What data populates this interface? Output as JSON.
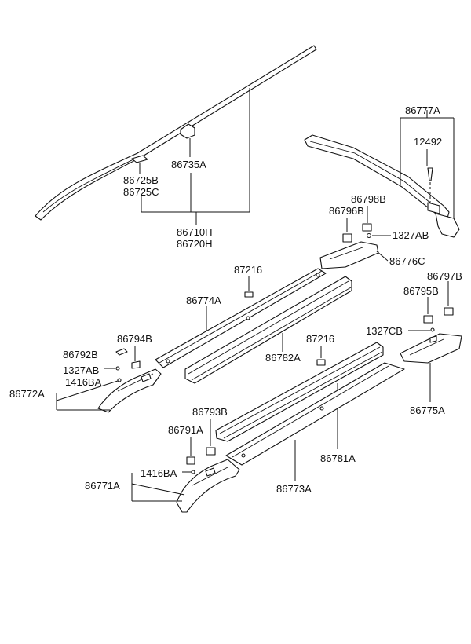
{
  "labels": {
    "l_86777A": "86777A",
    "l_12492": "12492",
    "l_86798B": "86798B",
    "l_86796B": "86796B",
    "l_1327AB_a": "1327AB",
    "l_86776C": "86776C",
    "l_86797B": "86797B",
    "l_86795B": "86795B",
    "l_1327CB": "1327CB",
    "l_86725B": "86725B",
    "l_86725C": "86725C",
    "l_86735A": "86735A",
    "l_86710H": "86710H",
    "l_86720H": "86720H",
    "l_87216_a": "87216",
    "l_86774A": "86774A",
    "l_86782A": "86782A",
    "l_87216_b": "87216",
    "l_86794B": "86794B",
    "l_86792B": "86792B",
    "l_1327AB_b": "1327AB",
    "l_1416BA_a": "1416BA",
    "l_86772A": "86772A",
    "l_86775A": "86775A",
    "l_86793B": "86793B",
    "l_86791A": "86791A",
    "l_86781A": "86781A",
    "l_1416BA_b": "1416BA",
    "l_86771A": "86771A",
    "l_86773A": "86773A"
  }
}
